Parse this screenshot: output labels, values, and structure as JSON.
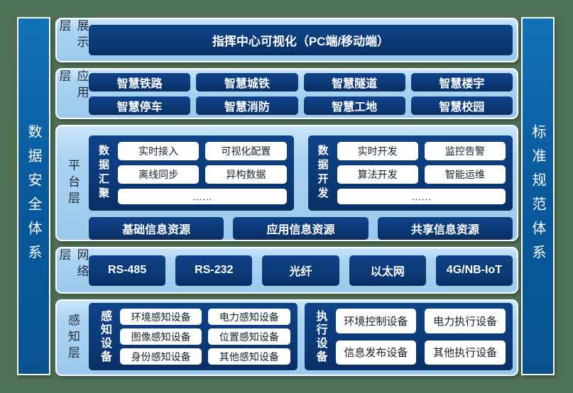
{
  "pillars": {
    "left": "数据安全体系",
    "right": "标准规范体系"
  },
  "layers": [
    {
      "name": "展示层",
      "items": [
        "指挥中心可视化（PC端/移动端）"
      ]
    },
    {
      "name": "应用层",
      "items": [
        "智慧铁路",
        "智慧城铁",
        "智慧隧道",
        "智慧楼宇",
        "智慧停车",
        "智慧消防",
        "智慧工地",
        "智慧校园"
      ]
    },
    {
      "name": "平台层",
      "groups": [
        {
          "label": "数据汇聚",
          "items": [
            "实时接入",
            "可视化配置",
            "离线同步",
            "异构数据",
            "……"
          ]
        },
        {
          "label": "数据开发",
          "items": [
            "实时开发",
            "监控告警",
            "算法开发",
            "智能运维",
            "……"
          ]
        }
      ],
      "resources": [
        "基础信息资源",
        "应用信息资源",
        "共享信息资源"
      ]
    },
    {
      "name": "网络层",
      "items": [
        "RS-485",
        "RS-232",
        "光纤",
        "以太网",
        "4G/NB-IoT"
      ]
    },
    {
      "name": "感知层",
      "groups": [
        {
          "label": "感知设备",
          "items": [
            "环境感知设备",
            "电力感知设备",
            "图像感知设备",
            "位置感知设备",
            "身份感知设备",
            "其他感知设备"
          ]
        },
        {
          "label": "执行设备",
          "items": [
            "环境控制设备",
            "电力执行设备",
            "信息发布设备",
            "其他执行设备"
          ]
        }
      ]
    }
  ],
  "colors": {
    "background_green": "#4e7156",
    "panel_light_blue": "#a6d0f0",
    "deep_navy_box": "#0c3a78",
    "pillar_blue": "#0b5da2",
    "white_box": "#ffffff"
  }
}
